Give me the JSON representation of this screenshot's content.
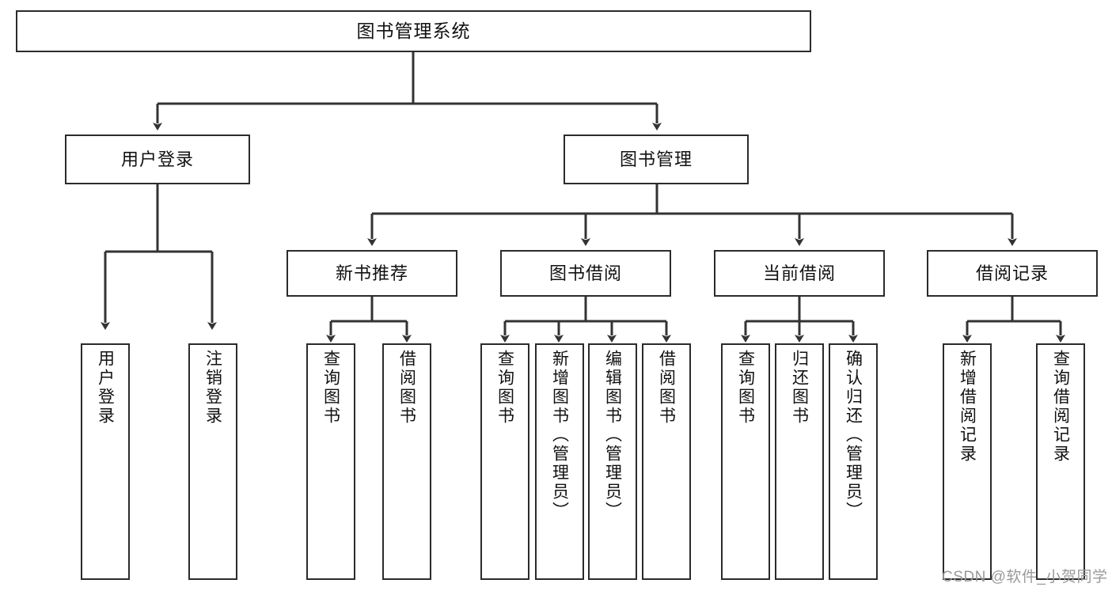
{
  "diagram": {
    "title": "图书管理系统",
    "type": "tree",
    "watermark": "CSDN @软件_小贺同学",
    "colors": {
      "border": "#2b2b2b",
      "text": "#111111",
      "edge": "#333333",
      "background": "#ffffff",
      "watermark": "#9a9a9a"
    },
    "nodes": {
      "root": {
        "label": "图书管理系统"
      },
      "level2": [
        {
          "id": "user-login",
          "label": "用户登录"
        },
        {
          "id": "book-manage",
          "label": "图书管理"
        }
      ],
      "level3": [
        {
          "id": "new-book-recommend",
          "label": "新书推荐"
        },
        {
          "id": "book-borrow",
          "label": "图书借阅"
        },
        {
          "id": "current-borrow",
          "label": "当前借阅"
        },
        {
          "id": "borrow-record",
          "label": "借阅记录"
        }
      ],
      "leaves": {
        "user-login": [
          {
            "id": "leaf-user-login",
            "label": "用户登录"
          },
          {
            "id": "leaf-logout-login",
            "label": "注销登录"
          }
        ],
        "new-book-recommend": [
          {
            "id": "leaf-query-book-1",
            "label": "查询图书"
          },
          {
            "id": "leaf-borrow-book-1",
            "label": "借阅图书"
          }
        ],
        "book-borrow": [
          {
            "id": "leaf-query-book-2",
            "label": "查询图书"
          },
          {
            "id": "leaf-add-book",
            "label": "新增图书（管理员）"
          },
          {
            "id": "leaf-edit-book",
            "label": "编辑图书（管理员）"
          },
          {
            "id": "leaf-borrow-book-2",
            "label": "借阅图书"
          }
        ],
        "current-borrow": [
          {
            "id": "leaf-query-book-3",
            "label": "查询图书"
          },
          {
            "id": "leaf-return-book",
            "label": "归还图书"
          },
          {
            "id": "leaf-confirm-return",
            "label": "确认归还（管理员）"
          }
        ],
        "borrow-record": [
          {
            "id": "leaf-add-record",
            "label": "新增借阅记录"
          },
          {
            "id": "leaf-query-record",
            "label": "查询借阅记录"
          }
        ]
      }
    }
  }
}
